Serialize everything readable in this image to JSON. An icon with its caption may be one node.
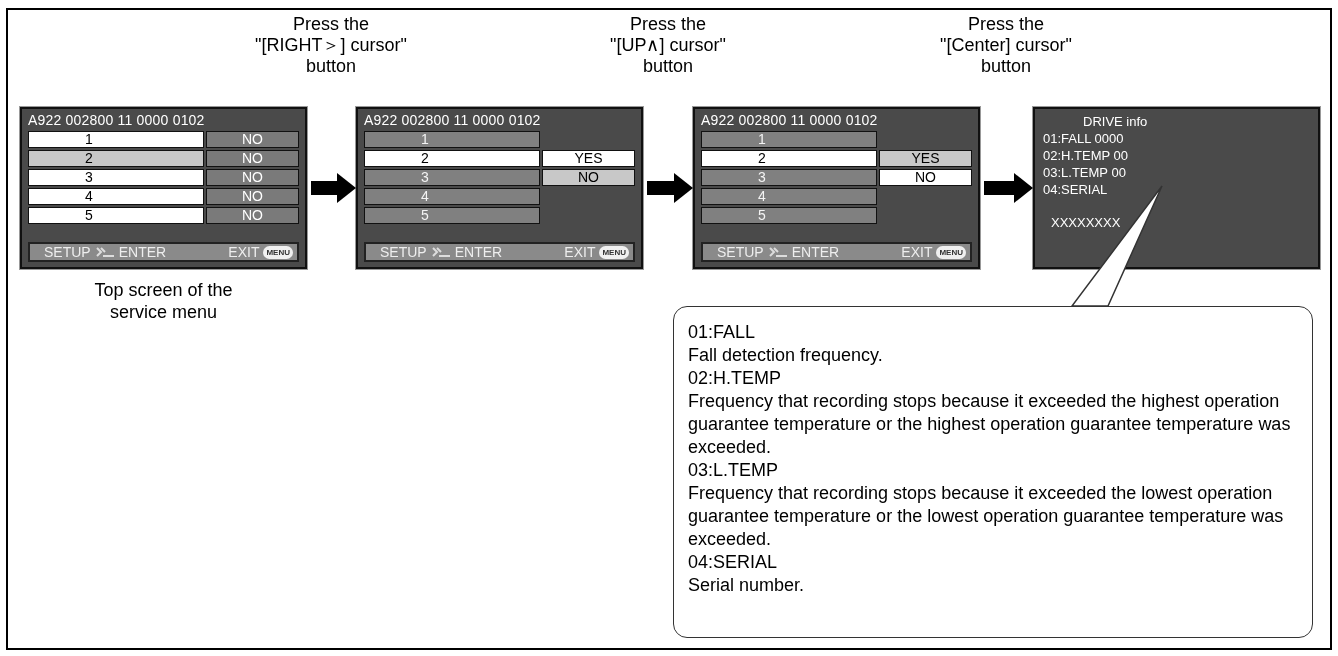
{
  "diagram": {
    "nodes": [
      {
        "text": [
          "A922 002800 11 0000 0102",
          "1",
          "NO",
          "2",
          "NO",
          "3",
          "NO",
          "4",
          "NO",
          "5",
          "NO",
          "SETUP",
          "ENTER",
          "EXIT",
          "MENU"
        ],
        "beside": [
          "Top screen of the service menu"
        ]
      },
      {
        "text": [
          "A922 002800 11 0000 0102",
          "1",
          "2",
          "YES",
          "3",
          "NO",
          "4",
          "5",
          "SETUP",
          "ENTER",
          "EXIT",
          "MENU"
        ]
      },
      {
        "text": [
          "A922 002800 11 0000 0102",
          "1",
          "2",
          "YES",
          "3",
          "NO",
          "4",
          "5",
          "SETUP",
          "ENTER",
          "EXIT",
          "MENU"
        ]
      },
      {
        "text": [
          "DRIVE info",
          "01:FALL 0000",
          "02:H.TEMP 00",
          "03:L.TEMP 00",
          "04:SERIAL",
          "XXXXXXXX"
        ]
      },
      {
        "text": [
          "01:FALL",
          "Fall detection frequency.",
          "02:H.TEMP",
          "Frequency that recording stops because it exceeded the highest operation guarantee temperature or the highest operation guarantee temperature was exceeded.",
          "03:L.TEMP",
          "Frequency that recording stops because it exceeded the lowest operation guarantee temperature or the lowest operation guarantee temperature was exceeded.",
          "04:SERIAL",
          "Serial number."
        ]
      }
    ],
    "edges": [
      {
        "from": 0,
        "to": 1,
        "arrow": "to"
      },
      {
        "from": 1,
        "to": 2,
        "arrow": "to"
      },
      {
        "from": 2,
        "to": 3,
        "arrow": "to"
      },
      {
        "from": 4,
        "to": 3,
        "arrow": "none"
      }
    ],
    "labels": [
      "Press the \"[RIGHT＞] cursor\" button",
      "Press the \"[UP∧] cursor\" button",
      "Press the \"[Center] cursor\" button"
    ]
  }
}
